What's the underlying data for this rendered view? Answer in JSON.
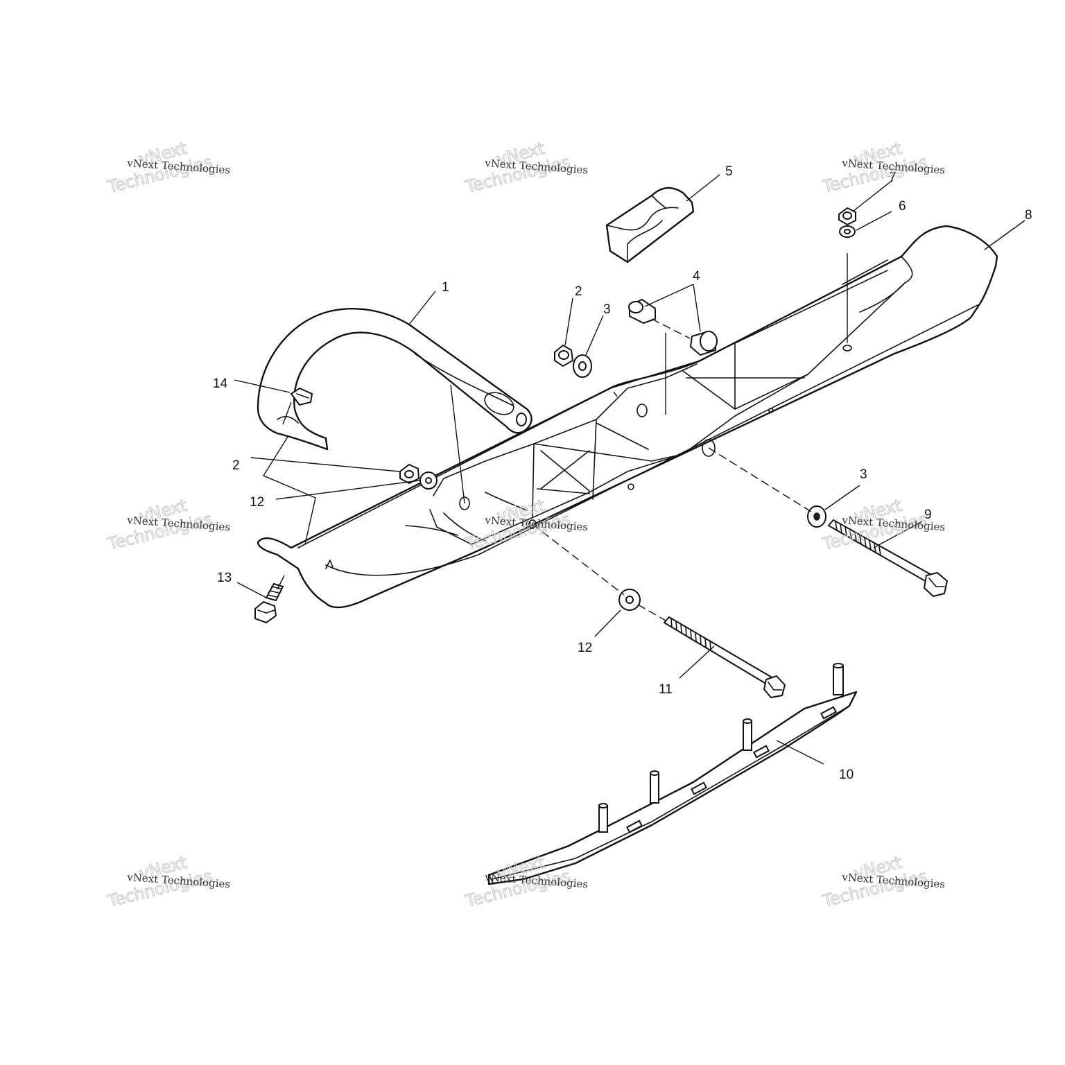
{
  "diagram": {
    "callouts": [
      "1",
      "2",
      "3",
      "4",
      "5",
      "6",
      "7",
      "8",
      "9",
      "10",
      "11",
      "12",
      "13",
      "14",
      "2",
      "3",
      "12"
    ],
    "parts": {
      "p1": "ski-loop-handle",
      "p2": "lock-nut",
      "p3": "washer",
      "p4": "bushing",
      "p5": "ski-spindle-bumper",
      "p6": "washer",
      "p7": "lock-nut",
      "p8": "ski",
      "p9": "bolt",
      "p10": "wear-bar-carbide",
      "p11": "bolt",
      "p12": "washer",
      "p13": "screw",
      "p14": "nut-clip"
    }
  },
  "watermark": {
    "line1": "vNext Technologies",
    "line2a": "vNext",
    "line2b": "Technologies"
  }
}
